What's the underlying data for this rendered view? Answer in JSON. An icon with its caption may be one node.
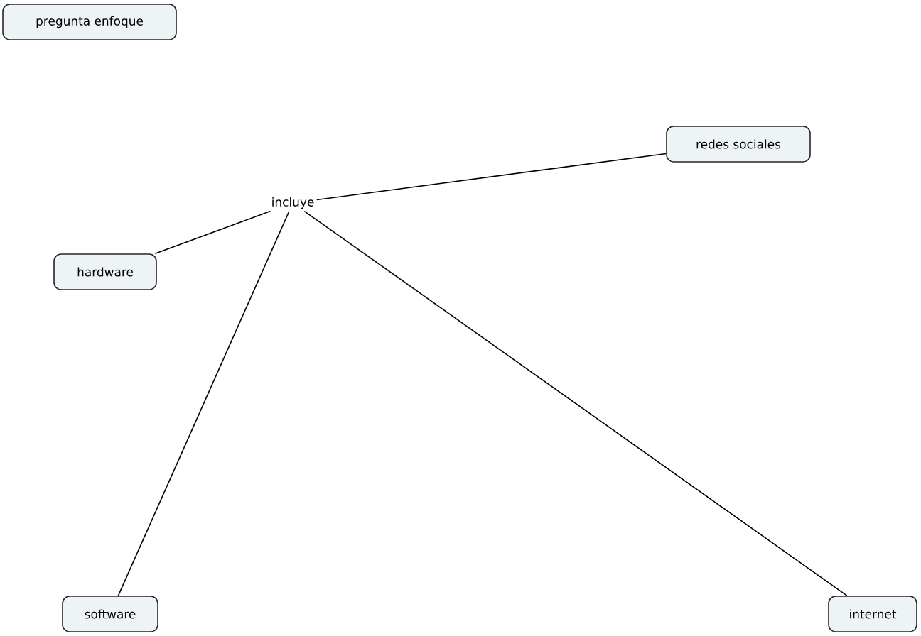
{
  "diagram": {
    "nodes": [
      {
        "text": [
          "pregunta enfoque"
        ]
      },
      {
        "text": [
          "incluye"
        ]
      },
      {
        "text": [
          "redes sociales"
        ]
      },
      {
        "text": [
          "hardware"
        ]
      },
      {
        "text": [
          "software"
        ]
      },
      {
        "text": [
          "internet"
        ]
      }
    ],
    "edges": [
      {
        "from": 1,
        "to": 2,
        "arrow": "none"
      },
      {
        "from": 1,
        "to": 3,
        "arrow": "none"
      },
      {
        "from": 1,
        "to": 4,
        "arrow": "none"
      },
      {
        "from": 1,
        "to": 5,
        "arrow": "none"
      }
    ]
  }
}
